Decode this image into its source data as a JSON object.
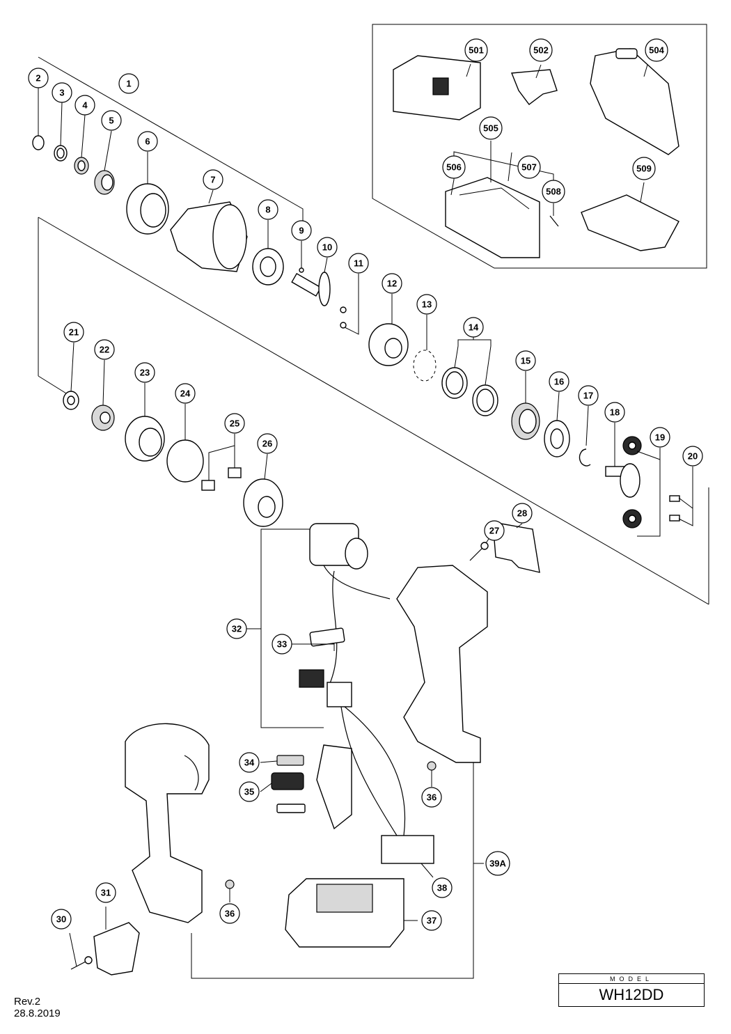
{
  "model": {
    "label": "MODEL",
    "name": "WH12DD"
  },
  "revision": {
    "rev": "Rev.2",
    "date": "28.8.2019"
  },
  "callouts": {
    "c1": "1",
    "c2": "2",
    "c3": "3",
    "c4": "4",
    "c5": "5",
    "c6": "6",
    "c7": "7",
    "c8": "8",
    "c9": "9",
    "c10": "10",
    "c11": "11",
    "c12": "12",
    "c13": "13",
    "c14": "14",
    "c15": "15",
    "c16": "16",
    "c17": "17",
    "c18": "18",
    "c19": "19",
    "c20": "20",
    "c21": "21",
    "c22": "22",
    "c23": "23",
    "c24": "24",
    "c25": "25",
    "c26": "26",
    "c27": "27",
    "c28": "28",
    "c30": "30",
    "c31": "31",
    "c32": "32",
    "c33": "33",
    "c34": "34",
    "c35": "35",
    "c36a": "36",
    "c36b": "36",
    "c37": "37",
    "c38": "38",
    "c39a": "39A",
    "c501": "501",
    "c502": "502",
    "c504": "504",
    "c505": "505",
    "c506": "506",
    "c507": "507",
    "c508": "508",
    "c509": "509"
  }
}
